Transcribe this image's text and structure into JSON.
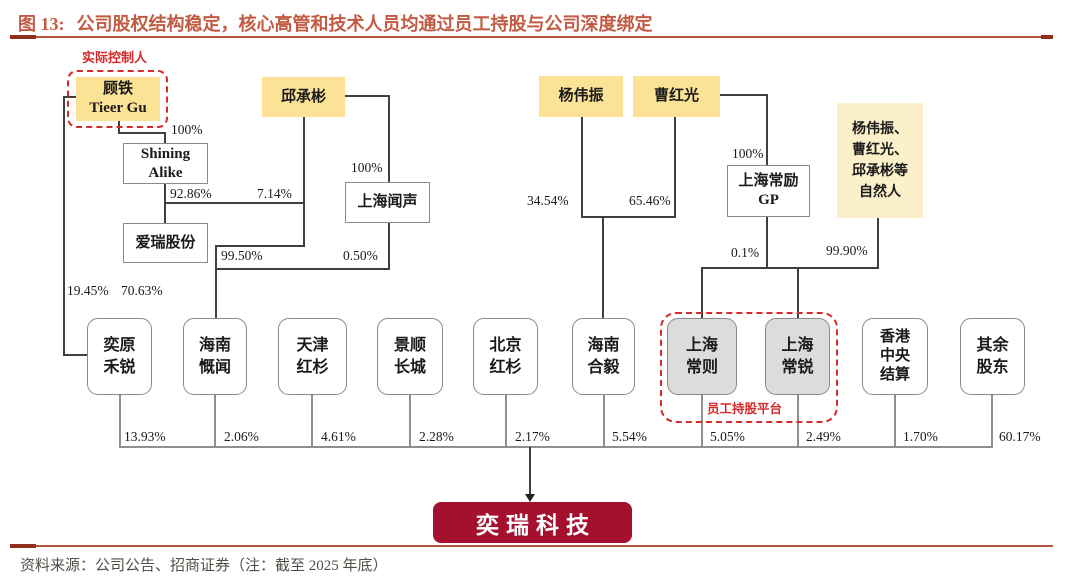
{
  "title": {
    "prefix": "图 13:",
    "text": "公司股权结构稳定，核心高管和技术人员均通过员工持股与公司深度绑定"
  },
  "source": "资料来源：公司公告、招商证券（注：截至 2025 年底）",
  "tags": {
    "actual_controller": "实际控制人",
    "esop_platform": "员工持股平台"
  },
  "nodes": {
    "gu_tie": "顾铁\nTieer Gu",
    "qiu_chengbin": "邱承彬",
    "shining_alike": "Shining\nAlike",
    "airui": "爱瑞股份",
    "shanghai_wensheng": "上海闻声",
    "yang_weizhen": "杨伟振",
    "cao_hongguang": "曹红光",
    "changli_gp": "上海常励\nGP",
    "natural_persons": "杨伟振、\n曹红光、\n邱承彬等\n自然人",
    "company": "奕瑞科技"
  },
  "edges": [
    {
      "owner": "顾铁",
      "owned": "Shining Alike",
      "pct": "100%"
    },
    {
      "owner": "Shining Alike",
      "owned": "爱瑞股份",
      "pct": "92.86%"
    },
    {
      "owner": "邱承彬",
      "owned": "爱瑞股份",
      "pct": "7.14%"
    },
    {
      "owner": "顾铁",
      "owned": "奕原禾锐",
      "pct": "19.45%"
    },
    {
      "owner": "爱瑞股份",
      "owned": "奕原禾锐",
      "pct": "70.63%"
    },
    {
      "owner": "邱承彬",
      "owned": "海南慨闻",
      "pct": "99.50%"
    },
    {
      "owner": "邱承彬",
      "owned": "上海闻声",
      "pct": "100%"
    },
    {
      "owner": "上海闻声",
      "owned": "海南慨闻",
      "pct": "0.50%"
    },
    {
      "owner": "杨伟振",
      "owned": "海南合毅",
      "pct": "34.54%"
    },
    {
      "owner": "曹红光",
      "owned": "海南合毅",
      "pct": "65.46%"
    },
    {
      "owner": "曹红光",
      "owned": "上海常励GP",
      "pct": "100%"
    },
    {
      "owner": "上海常励GP",
      "owned": "员工持股平台",
      "pct": "0.1%"
    },
    {
      "owner": "自然人",
      "owned": "员工持股平台",
      "pct": "99.90%"
    }
  ],
  "bottom_holdings": [
    {
      "label": "奕原\n禾锐",
      "pct": "13.93%"
    },
    {
      "label": "海南\n慨闻",
      "pct": "2.06%"
    },
    {
      "label": "天津\n红杉",
      "pct": "4.61%"
    },
    {
      "label": "景顺\n长城",
      "pct": "2.28%"
    },
    {
      "label": "北京\n红杉",
      "pct": "2.17%"
    },
    {
      "label": "海南\n合毅",
      "pct": "5.54%"
    },
    {
      "label": "上海\n常则",
      "pct": "5.05%"
    },
    {
      "label": "上海\n常锐",
      "pct": "2.49%"
    },
    {
      "label": "香港\n中央\n结算",
      "pct": "1.70%"
    },
    {
      "label": "其余\n股东",
      "pct": "60.17%"
    }
  ],
  "colors": {
    "accent_red": "#C25B43",
    "dashed_red": "#D42A2A",
    "company_red": "#A5102F",
    "node_yellow": "#FBE294",
    "node_yellow_light": "#FCF0CA",
    "node_gray": "#DCDCDC"
  }
}
